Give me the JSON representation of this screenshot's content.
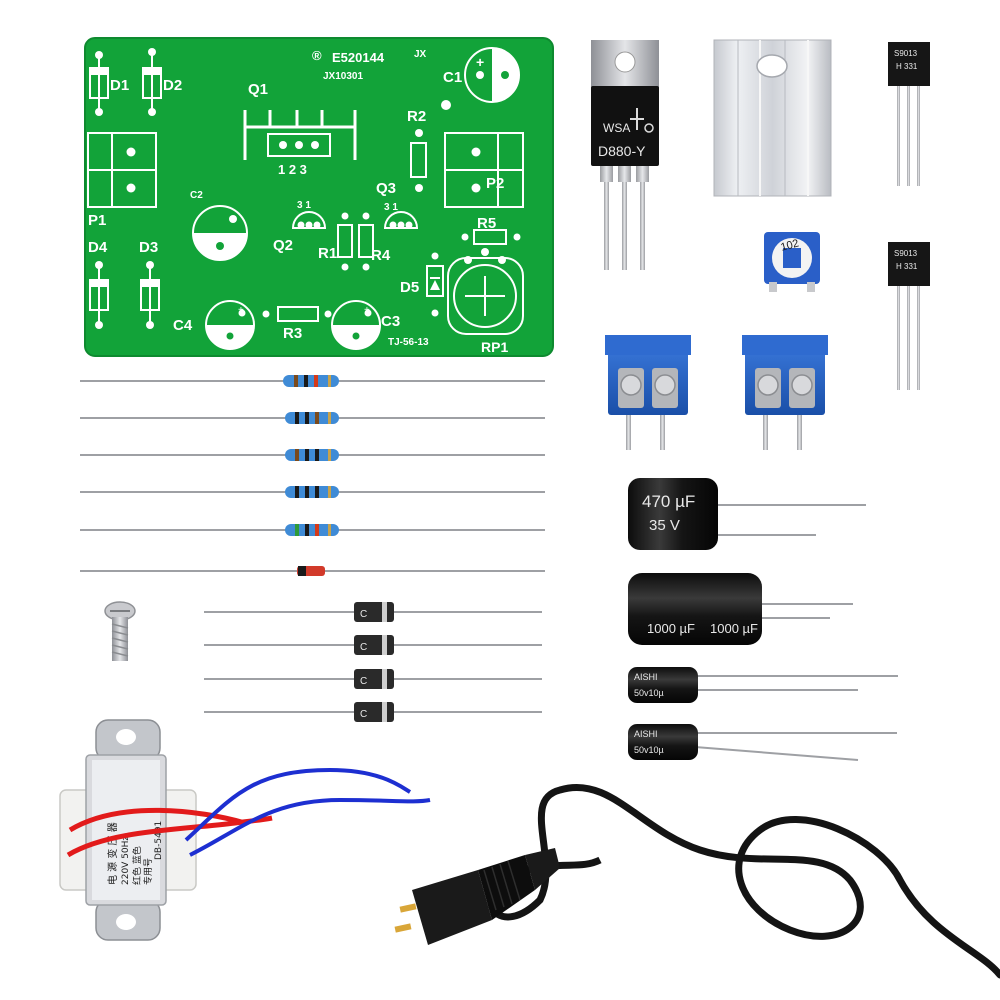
{
  "pcb": {
    "cert": "®",
    "cert_number": "E520144",
    "cert_suffix": "JX",
    "board_code": "JX10301",
    "model": "TJ-56-13",
    "labels": {
      "d1": "D1",
      "d2": "D2",
      "d3": "D3",
      "d4": "D4",
      "d5": "D5",
      "c1": "C1",
      "c2": "C2",
      "c3": "C3",
      "c4": "C4",
      "q1": "Q1",
      "q2": "Q2",
      "q3": "Q3",
      "r1": "R1",
      "r2": "R2",
      "r3": "R3",
      "r4": "R4",
      "r5": "R5",
      "p1": "P1",
      "p2": "P2",
      "rp1": "RP1"
    },
    "q1_pins": "1 2 3",
    "q2_pins": "3  1",
    "q3_pins": "3  1"
  },
  "transistor_power": {
    "brand": "WSA",
    "part": "D880-Y"
  },
  "transistor_small": {
    "part": "S9013",
    "code": "H 331"
  },
  "potentiometer": {
    "value": "102"
  },
  "cap_470": {
    "value": "470 µF",
    "voltage": "35  V"
  },
  "cap_1000": {
    "value": "1000 µF",
    "value_repeat": "1000 µF"
  },
  "cap_10": {
    "brand": "AISHI",
    "rating": "50v10µ"
  },
  "diodes": {
    "marking": "C"
  },
  "transformer": {
    "lines": [
      "电 源 变 压 器",
      "220V  50Hz",
      "红色  蓝色",
      "专用号",
      "DB-5491"
    ]
  },
  "colors": {
    "pcb_green": "#12a339",
    "pcb_dark": "#0e8a2f",
    "silkscreen": "#ffffff",
    "terminal_blue": "#1f5fc4",
    "cap_black": "#1b1b1b",
    "heatsink_silver": "#d9dbe0",
    "cord_black": "#141414",
    "wire_red": "#e21b1b",
    "wire_blue": "#1d2fd1"
  },
  "icons": [
    "pcb-board",
    "power-transistor",
    "heatsink",
    "small-transistor",
    "trimmer-potentiometer",
    "screw-terminal",
    "electrolytic-capacitor",
    "resistor",
    "diode",
    "zener-diode",
    "screw",
    "transformer",
    "power-cord-plug"
  ]
}
